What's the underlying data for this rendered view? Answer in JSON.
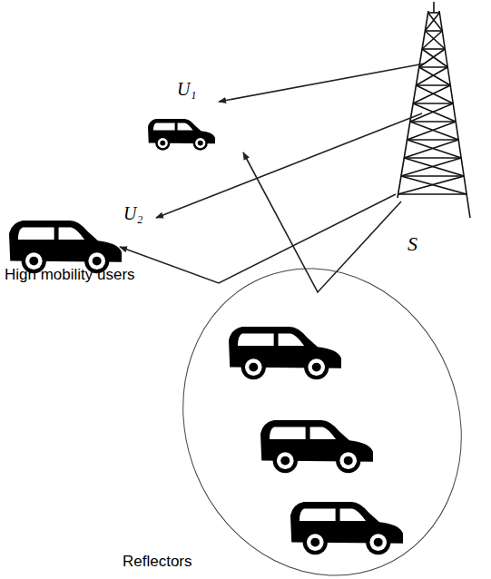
{
  "diagram": {
    "labels": [
      "U₁",
      "U₂",
      "S",
      "High mobility users",
      "Reflectors"
    ]
  }
}
